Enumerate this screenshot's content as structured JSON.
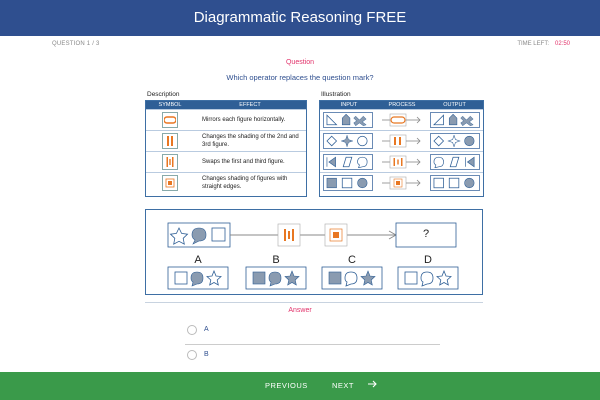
{
  "header": {
    "title": "Diagrammatic Reasoning FREE"
  },
  "status": {
    "question_counter": "QUESTION 1 / 3",
    "time_label": "TIME LEFT:",
    "time_value": "02:50"
  },
  "question": {
    "section_label": "Question",
    "text": "Which operator replaces the question mark?"
  },
  "description": {
    "title": "Description",
    "columns": [
      "SYMBOL",
      "EFFECT"
    ],
    "rows": [
      {
        "symbol": "mirror-arrows-icon",
        "effect": "Mirrors each figure horizontally."
      },
      {
        "symbol": "double-bar-icon",
        "effect": "Changes the shading of the 2nd and 3rd figure."
      },
      {
        "symbol": "swap-bars-icon",
        "effect": "Swaps the first and third figure."
      },
      {
        "symbol": "filled-square-icon",
        "effect": "Changes shading of figures with straight edges."
      }
    ]
  },
  "illustration": {
    "title": "Illustration",
    "columns": [
      "INPUT",
      "PROCESS",
      "OUTPUT"
    ]
  },
  "puzzle": {
    "unknown": "?",
    "options": [
      "A",
      "B",
      "C",
      "D"
    ]
  },
  "answer": {
    "section_label": "Answer",
    "choices": [
      "A",
      "B"
    ]
  },
  "footer": {
    "previous_label": "PREVIOUS",
    "next_label": "NEXT",
    "next_icon": "arrow-right-icon"
  },
  "colors": {
    "header": "#2f4f8f",
    "footer": "#3a9a4a",
    "accent": "#e2336b",
    "operator": "#e87722",
    "shape_fill": "#8a9bb0",
    "shape_stroke": "#2f5f96"
  }
}
